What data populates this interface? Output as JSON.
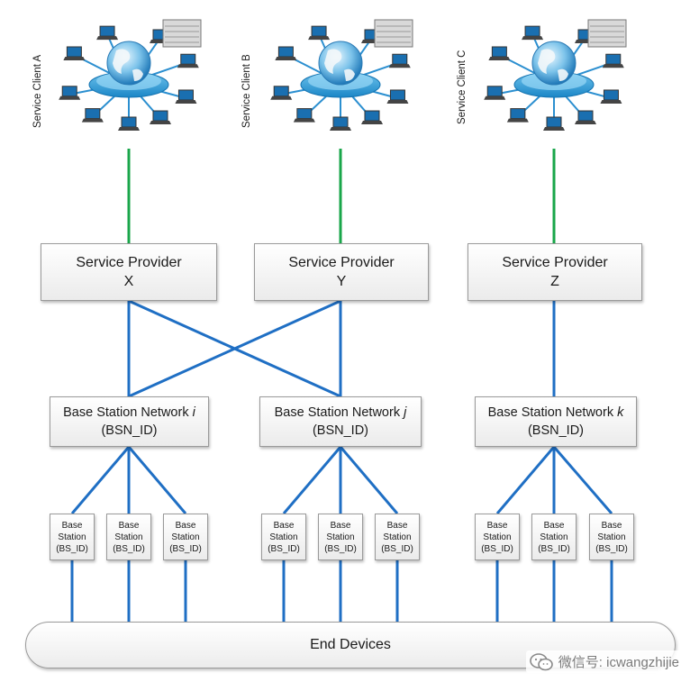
{
  "service_clients": [
    {
      "label": "Service Client A"
    },
    {
      "label": "Service Client B"
    },
    {
      "label": "Service Client C"
    }
  ],
  "service_providers": [
    {
      "title": "Service Provider",
      "id": "X"
    },
    {
      "title": "Service Provider",
      "id": "Y"
    },
    {
      "title": "Service Provider",
      "id": "Z"
    }
  ],
  "bsn": [
    {
      "title": "Base Station Network",
      "var": "i",
      "sub": "(BSN_ID)"
    },
    {
      "title": "Base Station Network",
      "var": "j",
      "sub": "(BSN_ID)"
    },
    {
      "title": "Base Station Network",
      "var": "k",
      "sub": "(BSN_ID)"
    }
  ],
  "base_station": {
    "line1": "Base",
    "line2": "Station",
    "line3": "(BS_ID)"
  },
  "end_devices": "End Devices",
  "watermark": "微信号: icwangzhijie",
  "colors": {
    "blue_link": "#1f6fc4",
    "green_link": "#19a64a"
  }
}
